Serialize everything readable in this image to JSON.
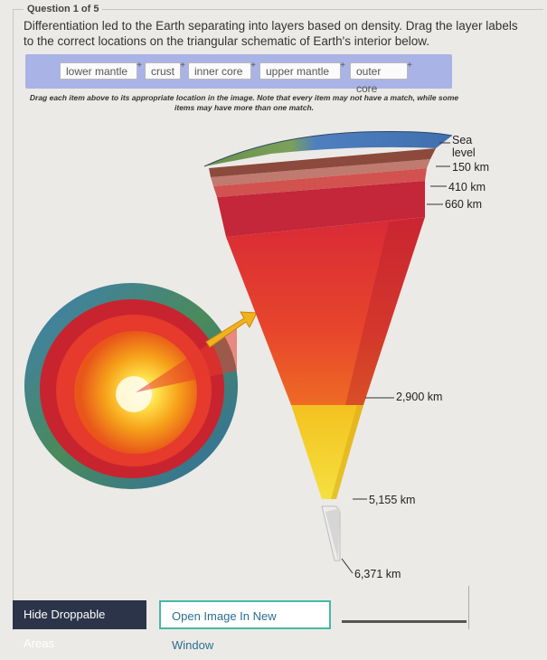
{
  "question": {
    "label": "Question 1 of 5",
    "prompt": "Differentiation led to the Earth separating into layers based on density. Drag the layer labels to the correct locations on the triangular schematic of Earth's interior below."
  },
  "draggables": [
    {
      "label": "lower mantle",
      "plus": "+"
    },
    {
      "label": "crust",
      "plus": "+"
    },
    {
      "label": "inner core",
      "plus": "+"
    },
    {
      "label": "upper mantle",
      "plus": "+"
    },
    {
      "label": "outer core",
      "plus": "+"
    }
  ],
  "instruction": "Drag each item above to its appropriate location in the image. Note that every item may not have a match, while some items may have more than one match.",
  "diagram": {
    "depth_labels": {
      "sea_level_1": "Sea",
      "sea_level_2": "level",
      "d150": "150 km",
      "d410": "410 km",
      "d660": "660 km",
      "d2900": "2,900 km",
      "d5155": "5,155 km",
      "d6371": "6,371 km"
    }
  },
  "buttons": {
    "hide": "Hide Droppable Areas",
    "open": "Open Image In New Window"
  }
}
